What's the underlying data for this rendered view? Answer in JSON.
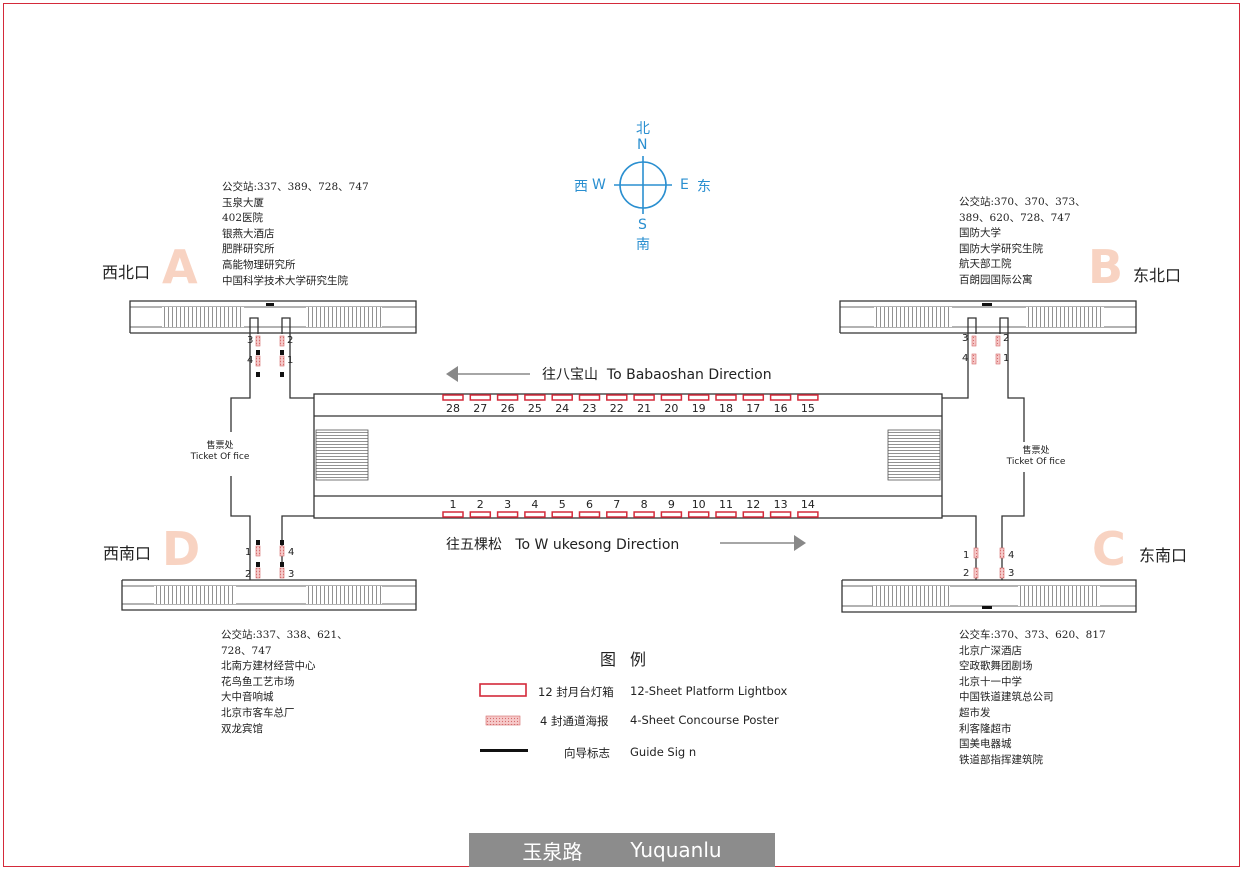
{
  "compass": {
    "north_cn": "北",
    "north": "N",
    "south": "S",
    "south_cn": "南",
    "west_cn": "西",
    "west": "W",
    "east": "E",
    "east_cn": "东"
  },
  "exits": {
    "A": {
      "letter": "A",
      "name": "西北口",
      "info": [
        "公交站:337、389、728、747",
        "玉泉大厦",
        "402医院",
        "银燕大酒店",
        "肥胖研究所",
        "高能物理研究所",
        "中国科学技术大学研究生院"
      ]
    },
    "B": {
      "letter": "B",
      "name": "东北口",
      "info": [
        "公交站:370、370、373、",
        "389、620、728、747",
        "国防大学",
        "国防大学研究生院",
        "航天部工院",
        "百朗园国际公寓"
      ]
    },
    "C": {
      "letter": "C",
      "name": "东南口",
      "info": [
        "公交车:370、373、620、817",
        "北京广深酒店",
        "空政歌舞团剧场",
        "北京十一中学",
        "中国铁道建筑总公司",
        "超市发",
        "利客隆超市",
        "国美电器城",
        "铁道部指挥建筑院"
      ]
    },
    "D": {
      "letter": "D",
      "name": "西南口",
      "info": [
        "公交站:337、338、621、",
        "728、747",
        "北南方建材经营中心",
        "花鸟鱼工艺市场",
        "大中音响城",
        "北京市客车总厂",
        "双龙宾馆"
      ]
    }
  },
  "ticket_office": {
    "cn": "售票处",
    "en": "Ticket Of fice"
  },
  "directions": {
    "north_cn": "往八宝山",
    "north_en": "To Babaoshan Direction",
    "south_cn": "往五棵松",
    "south_en": "To W ukesong Direction"
  },
  "lightboxes": {
    "top": [
      "28",
      "27",
      "26",
      "25",
      "24",
      "23",
      "22",
      "21",
      "20",
      "19",
      "18",
      "17",
      "16",
      "15"
    ],
    "bottom": [
      "1",
      "2",
      "3",
      "4",
      "5",
      "6",
      "7",
      "8",
      "9",
      "10",
      "11",
      "12",
      "13",
      "14"
    ]
  },
  "posters": {
    "A_left": [
      "3",
      "4"
    ],
    "A_right": [
      "2",
      "1"
    ],
    "B_left": [
      "3",
      "4"
    ],
    "B_right": [
      "2",
      "1"
    ],
    "D_left": [
      "1",
      "2"
    ],
    "D_right": [
      "4",
      "3"
    ],
    "C_left": [
      "1",
      "2"
    ],
    "C_right": [
      "4",
      "3"
    ]
  },
  "legend": {
    "title": "图例",
    "items": [
      {
        "cn": "12 封月台灯箱",
        "en": "12-Sheet Platform Lightbox"
      },
      {
        "cn": "4 封通道海报",
        "en": "4-Sheet  Concourse Poster"
      },
      {
        "cn": "向导标志",
        "en": "Guide Sig n"
      }
    ]
  },
  "footer": {
    "cn": "玉泉路",
    "en": "Yuquanlu"
  },
  "colors": {
    "accent_red": "#d42a3a",
    "compass_blue": "#2a8fd0",
    "exit_letter": "#f8d3c2",
    "footer_bg": "#8c8c8c"
  }
}
